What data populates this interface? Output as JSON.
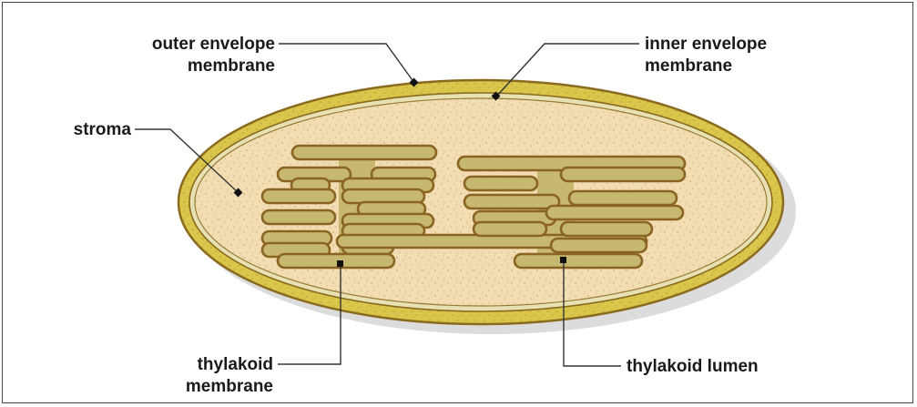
{
  "diagram": {
    "labels": {
      "outer_envelope_line1": "outer envelope",
      "outer_envelope_line2": "membrane",
      "inner_envelope_line1": "inner envelope",
      "inner_envelope_line2": "membrane",
      "stroma": "stroma",
      "thylakoid_membrane_line1": "thylakoid",
      "thylakoid_membrane_line2": "membrane",
      "thylakoid_lumen": "thylakoid lumen"
    },
    "colors": {
      "outer_membrane": "#d9c64a",
      "membrane_stroke": "#8a6a1e",
      "stroma": "#f1ddb1",
      "thylakoid_fill": "#c6b86f",
      "thylakoid_stroke": "#8b6423",
      "shadow": "#d8d8d8"
    }
  }
}
